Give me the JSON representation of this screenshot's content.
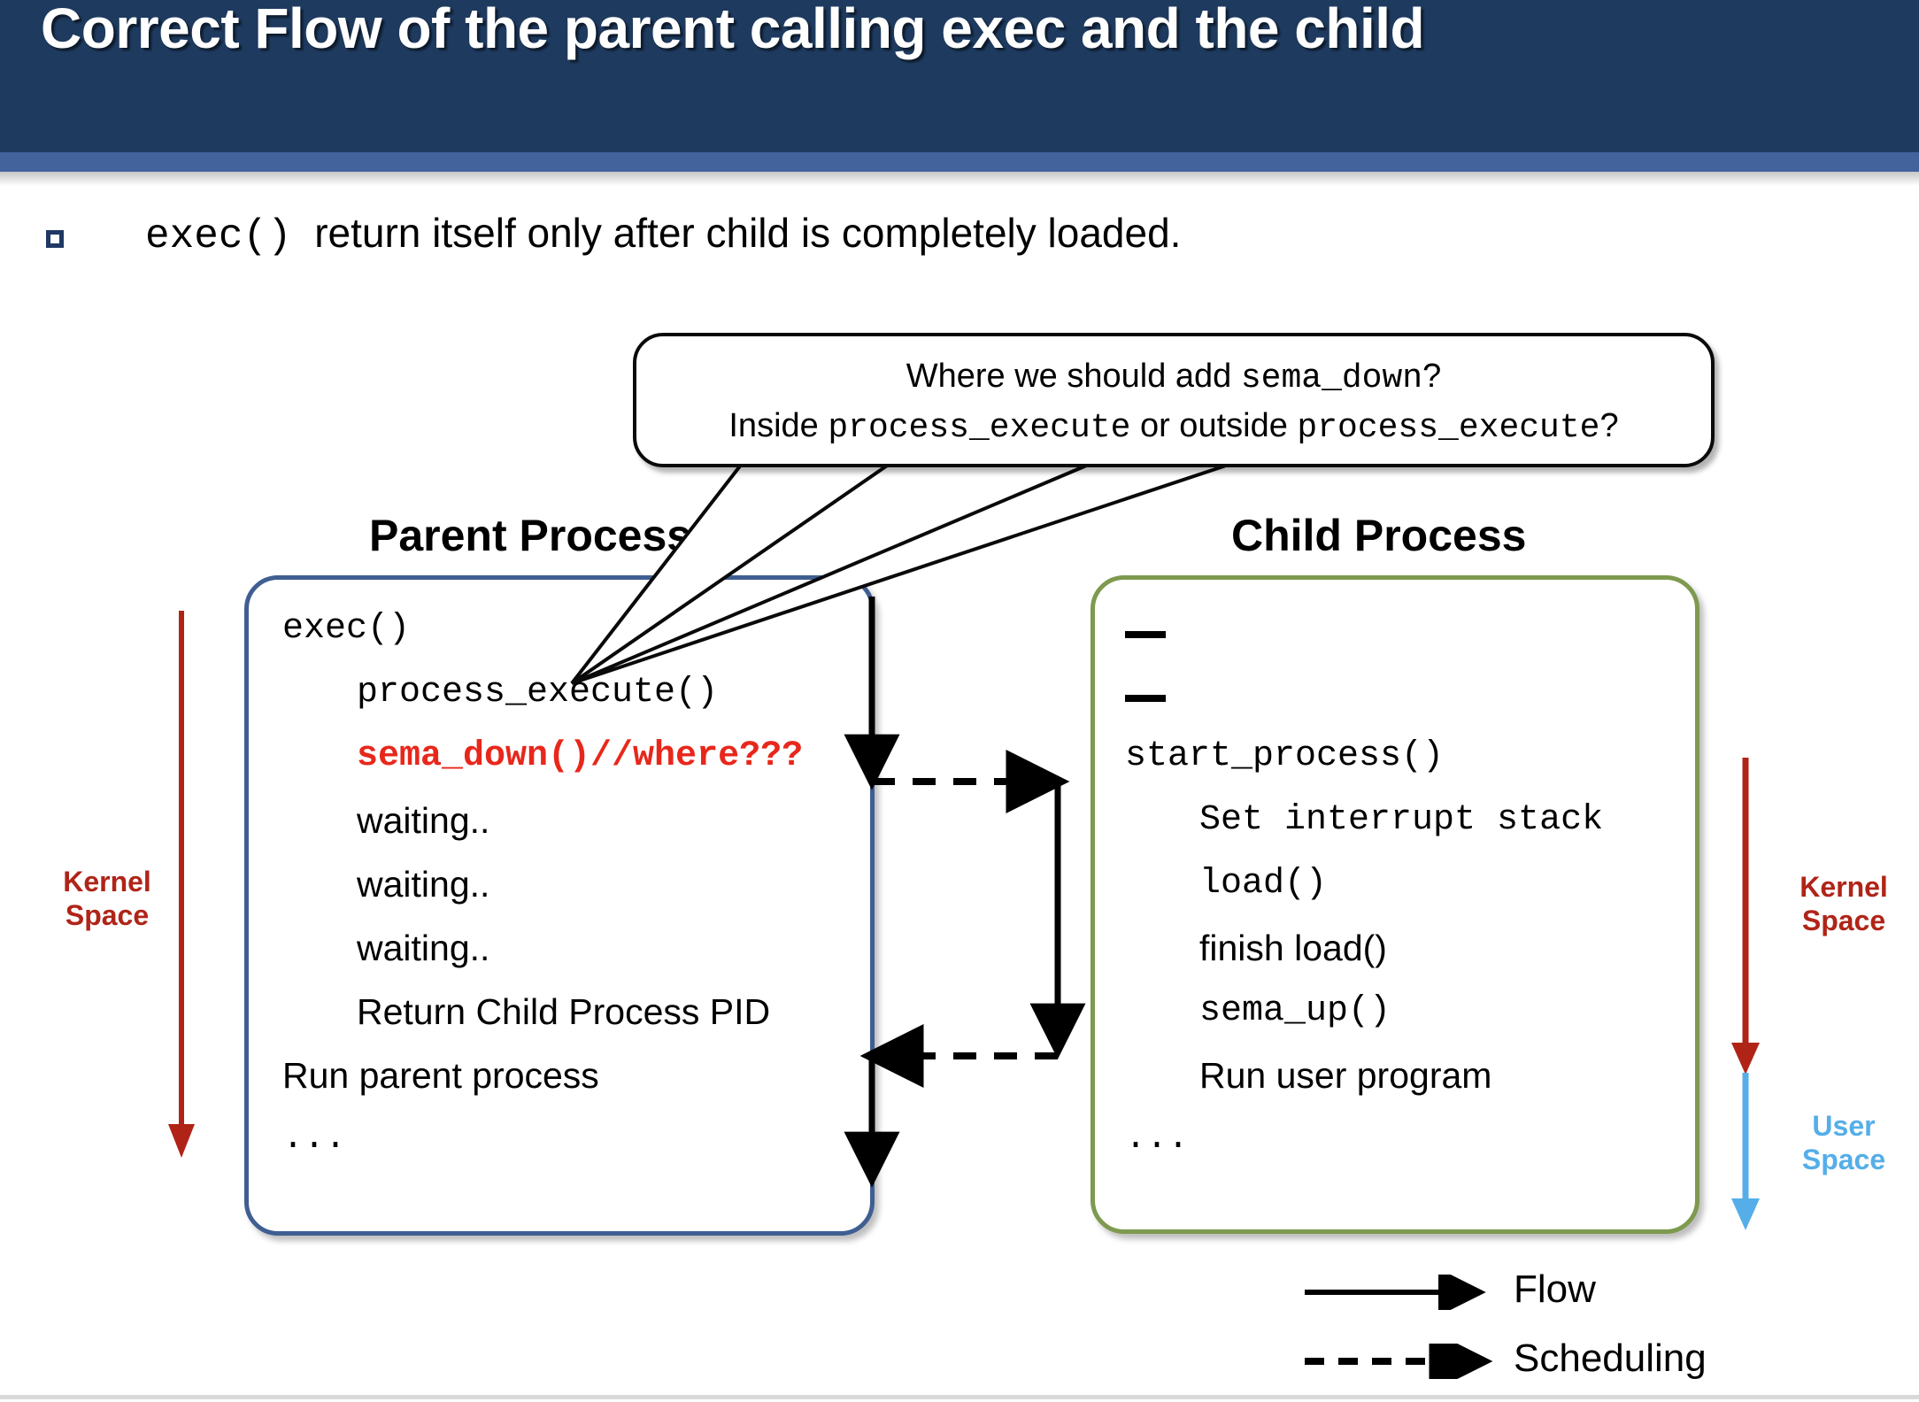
{
  "slide": {
    "title": "Correct Flow of the parent calling exec and the child",
    "bullet": {
      "icon": "square-bullet-icon",
      "code_part": "exec()",
      "text_part": "return itself only after child is completely loaded."
    }
  },
  "callout": {
    "line1_a": "Where we should add ",
    "line1_code": "sema_down",
    "line1_b": "?",
    "line2_a": "Inside ",
    "line2_code1": "process_execute",
    "line2_b": " or outside ",
    "line2_code2": "process_execute",
    "line2_c": "?"
  },
  "parent": {
    "heading": "Parent Process",
    "lines": [
      {
        "text": "exec()",
        "style": "mono",
        "indent": 0
      },
      {
        "text": "process_execute()",
        "style": "mono",
        "indent": 1
      },
      {
        "text": "sema_down()//where???",
        "style": "mono-red-bold",
        "indent": 1
      },
      {
        "text": "waiting..",
        "style": "sans",
        "indent": 1
      },
      {
        "text": "waiting..",
        "style": "sans",
        "indent": 1
      },
      {
        "text": "waiting..",
        "style": "sans",
        "indent": 1
      },
      {
        "text": "Return Child Process PID",
        "style": "sans",
        "indent": 1
      },
      {
        "text": "Run parent process",
        "style": "sans",
        "indent": 0
      },
      {
        "text": "...",
        "style": "mono",
        "indent": 0
      }
    ]
  },
  "child": {
    "heading": "Child Process",
    "lines": [
      {
        "text": "—",
        "style": "dash",
        "indent": 0
      },
      {
        "text": "—",
        "style": "dash",
        "indent": 0
      },
      {
        "text": "start_process()",
        "style": "mono",
        "indent": 0
      },
      {
        "text": "Set interrupt stack",
        "style": "mono",
        "indent": 1
      },
      {
        "text": "load()",
        "style": "mono",
        "indent": 1
      },
      {
        "text": "finish load()",
        "style": "sans",
        "indent": 1
      },
      {
        "text": "sema_up()",
        "style": "mono",
        "indent": 1
      },
      {
        "text": "Run user program",
        "style": "sans",
        "indent": 1
      },
      {
        "text": "...",
        "style": "mono",
        "indent": 0
      }
    ]
  },
  "spaces": {
    "left_kernel": "Kernel\nSpace",
    "right_kernel": "Kernel\nSpace",
    "right_user": "User\nSpace"
  },
  "legend": {
    "flow": "Flow",
    "scheduling": "Scheduling"
  },
  "colors": {
    "title_bar": "#1E3A5F",
    "title_strip": "#42639C",
    "parent_border": "#3F5E92",
    "child_border": "#7D9A4E",
    "kernel_red": "#B02418",
    "user_blue": "#55AEE8",
    "accent_red_text": "#E8271B",
    "bullet_navy": "#1F3864"
  }
}
